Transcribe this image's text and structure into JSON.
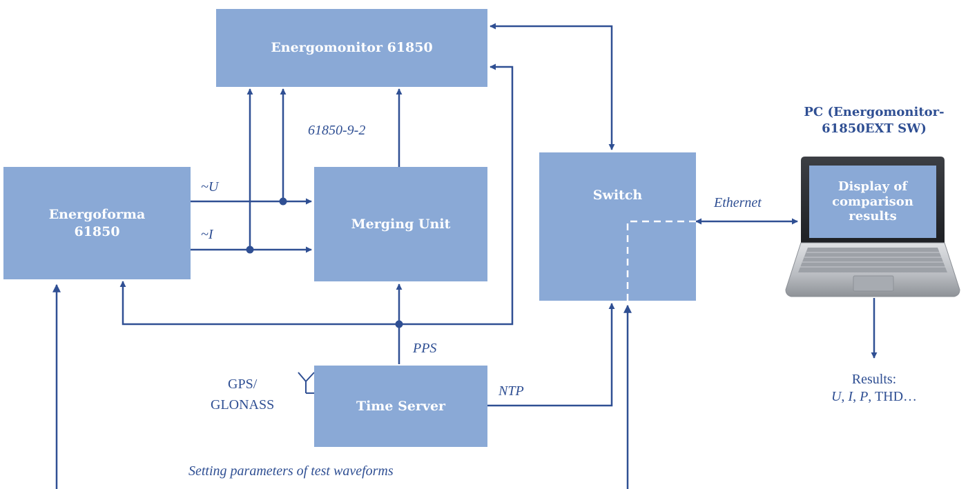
{
  "blocks": {
    "energomonitor": "Energomonitor 61850",
    "energoforma_line1": "Energoforma",
    "energoforma_line2": "61850",
    "merging_unit": "Merging Unit",
    "switch": "Switch",
    "time_server": "Time Server"
  },
  "signals": {
    "voltage": "~U",
    "current": "~I",
    "sv_protocol": "61850-9-2",
    "pps": "PPS",
    "ntp": "NTP",
    "ethernet": "Ethernet"
  },
  "gps": {
    "line1": "GPS/",
    "line2": "GLONASS"
  },
  "pc": {
    "title_line1": "PC (Energomonitor-",
    "title_line2": "61850EXT SW)",
    "screen_line1": "Display of",
    "screen_line2": "comparison",
    "screen_line3": "results"
  },
  "results": {
    "label": "Results:",
    "u": "U",
    "i": "I",
    "p": "P",
    "sep": ", ",
    "thd": "THD…"
  },
  "caption": "Setting parameters of test waveforms",
  "colors": {
    "block_fill": "#8aa9d6",
    "line": "#2f4f93"
  }
}
